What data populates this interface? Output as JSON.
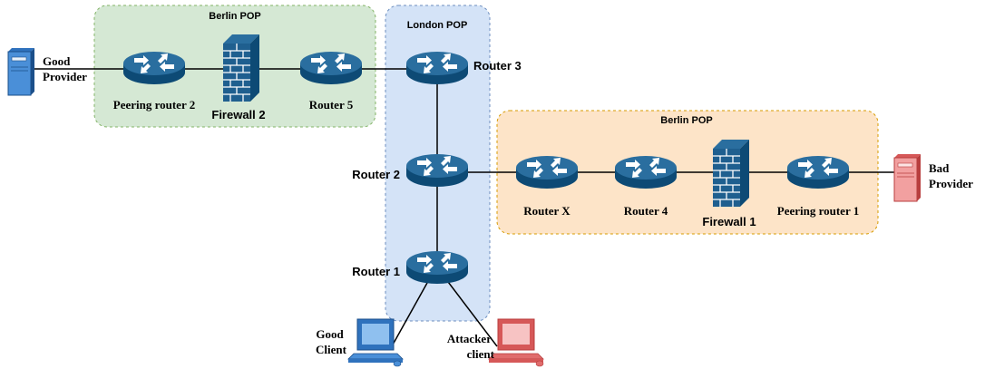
{
  "zones": {
    "berlin_pop_top": "Berlin POP",
    "london_pop": "London POP",
    "berlin_pop_right": "Berlin POP"
  },
  "devices": {
    "good_provider": [
      "Good",
      "Provider"
    ],
    "bad_provider": [
      "Bad",
      "Provider"
    ],
    "good_client": [
      "Good",
      "Client"
    ],
    "attacker_client": [
      "Attacker",
      "client"
    ],
    "peering_router_2": "Peering router 2",
    "firewall_2": "Firewall 2",
    "router_5": "Router 5",
    "router_3": "Router 3",
    "router_2": "Router 2",
    "router_1": "Router 1",
    "router_x": "Router X",
    "router_4": "Router 4",
    "firewall_1": "Firewall 1",
    "peering_router_1": "Peering router 1"
  },
  "colors": {
    "router": "#1f5f8f",
    "server_good": "#4a8fd8",
    "server_bad": "#e06c6c",
    "firewall": "#1f5f8f",
    "berlin_zone_top": "#d5e8d4",
    "berlin_zone_right": "#fde4c8",
    "london_zone": "#d4e3f7"
  }
}
